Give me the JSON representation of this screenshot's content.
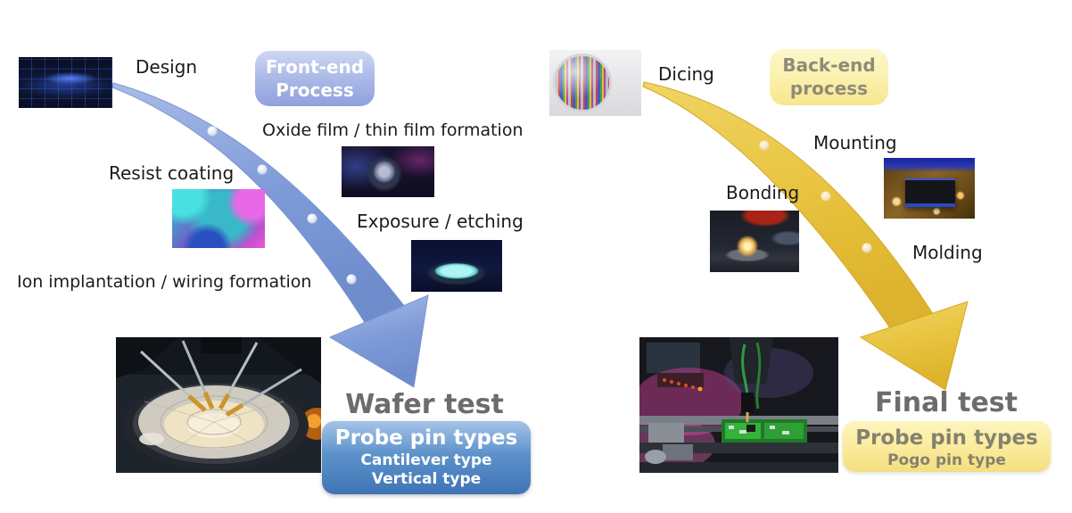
{
  "front_end": {
    "badge_line1": "Front-end",
    "badge_line2": "Process",
    "design_label": "Design",
    "oxide_label": "Oxide film / thin film formation",
    "resist_label": "Resist coating",
    "exposure_label": "Exposure / etching",
    "ion_label": "Ion implantation / wiring formation",
    "test_title": "Wafer test",
    "probe_badge_title": "Probe pin types",
    "probe_type_1": "Cantilever type",
    "probe_type_2": "Vertical type"
  },
  "back_end": {
    "badge_line1": "Back-end",
    "badge_line2": "process",
    "dicing_label": "Dicing",
    "mounting_label": "Mounting",
    "bonding_label": "Bonding",
    "molding_label": "Molding",
    "test_title": "Final test",
    "probe_badge_title": "Probe pin types",
    "probe_type_1": "Pogo pin type"
  },
  "colors": {
    "front_arrow": "#7e9bd8",
    "back_arrow": "#e8c33e",
    "front_badge_top": "#ced7f3",
    "front_badge_bottom": "#8fa0dc",
    "back_badge_top": "#fdf7cb",
    "back_badge_bottom": "#f7e68c",
    "wafer_badge_top": "#a6c4e8",
    "wafer_badge_bottom": "#3f74b5",
    "final_badge_top": "#fdf5be",
    "final_badge_bottom": "#f3df7e",
    "test_title_gray": "#6c6c6c",
    "label_black": "#1b1b1b"
  },
  "photos": {
    "design": "chip circuit design render",
    "oxide": "thin film formation equipment",
    "resist": "resist-coated colorful wafers",
    "exposure": "glowing wafer in etching chamber",
    "wafer_test": "wafer prober with probe pins",
    "dicing": "diced wafer with colorful dies",
    "mounting": "chip mounted on circuit board",
    "bonding": "wire bonding machine",
    "final_test": "final test handler with green boards"
  }
}
